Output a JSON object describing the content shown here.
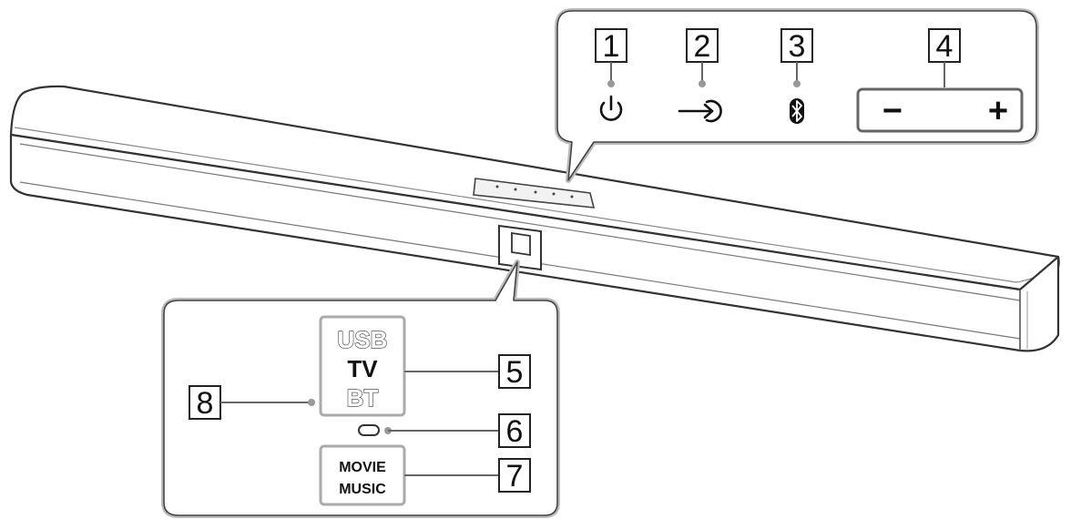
{
  "callouts": {
    "power": "1",
    "input": "2",
    "bluetooth": "3",
    "volume": "4",
    "input_indicators": "5",
    "bar_indicator": "6",
    "sound_mode_indicators": "7",
    "remote_sensor": "8"
  },
  "indicators": {
    "usb": "USB",
    "tv": "TV",
    "bt": "BT",
    "movie": "MOVIE",
    "music": "MUSIC"
  },
  "buttons": {
    "volume_minus": "−",
    "volume_plus": "+"
  },
  "icons": {
    "power": "power-icon",
    "input": "input-icon",
    "bluetooth": "bluetooth-icon"
  },
  "colors": {
    "line": "#333333",
    "body_fill": "#ffffff",
    "shadow": "#dcdcdc"
  }
}
